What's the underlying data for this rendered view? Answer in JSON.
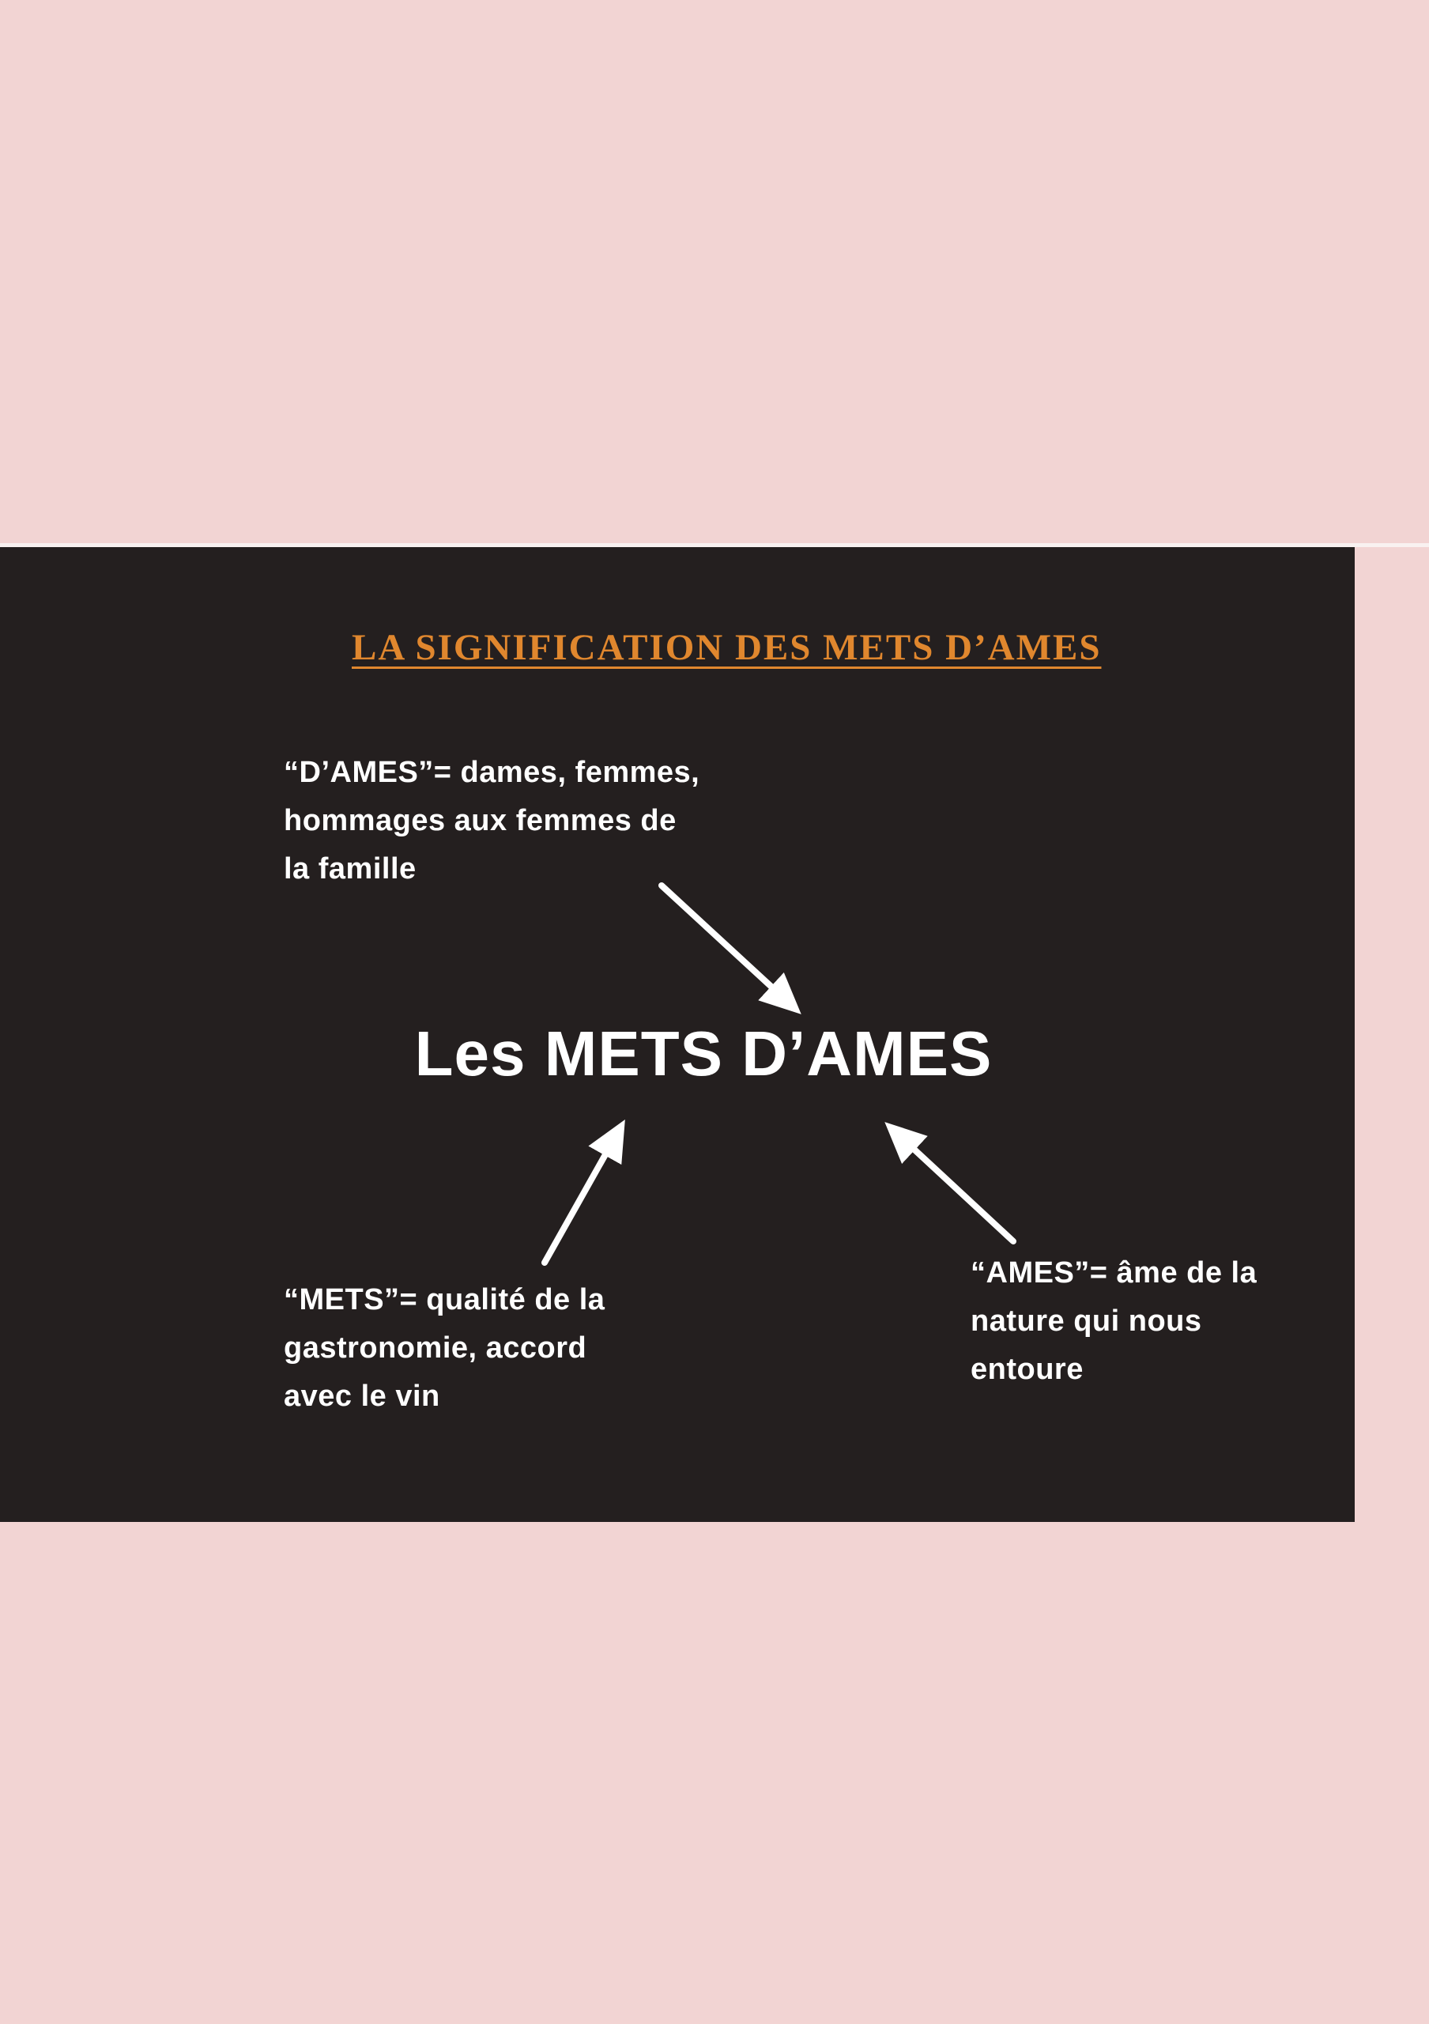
{
  "page": {
    "background_color": "#f2d4d3",
    "panel_color": "#241f1f",
    "separator_color": "#f9f1f0"
  },
  "panel": {
    "title": "LA SIGNIFICATION DES METS D’AMES",
    "title_color": "#e0872e",
    "center_title": "Les METS D’AMES",
    "text_color": "#ffffff",
    "arrow_color": "#ffffff",
    "annotations": {
      "dames": "“D’AMES”= dames, femmes,\nhommages aux femmes de\nla famille",
      "mets": "“METS”= qualité de la\ngastronomie, accord\navec le vin",
      "ames": "“AMES”= âme de la\nnature qui nous\nentoure"
    }
  }
}
